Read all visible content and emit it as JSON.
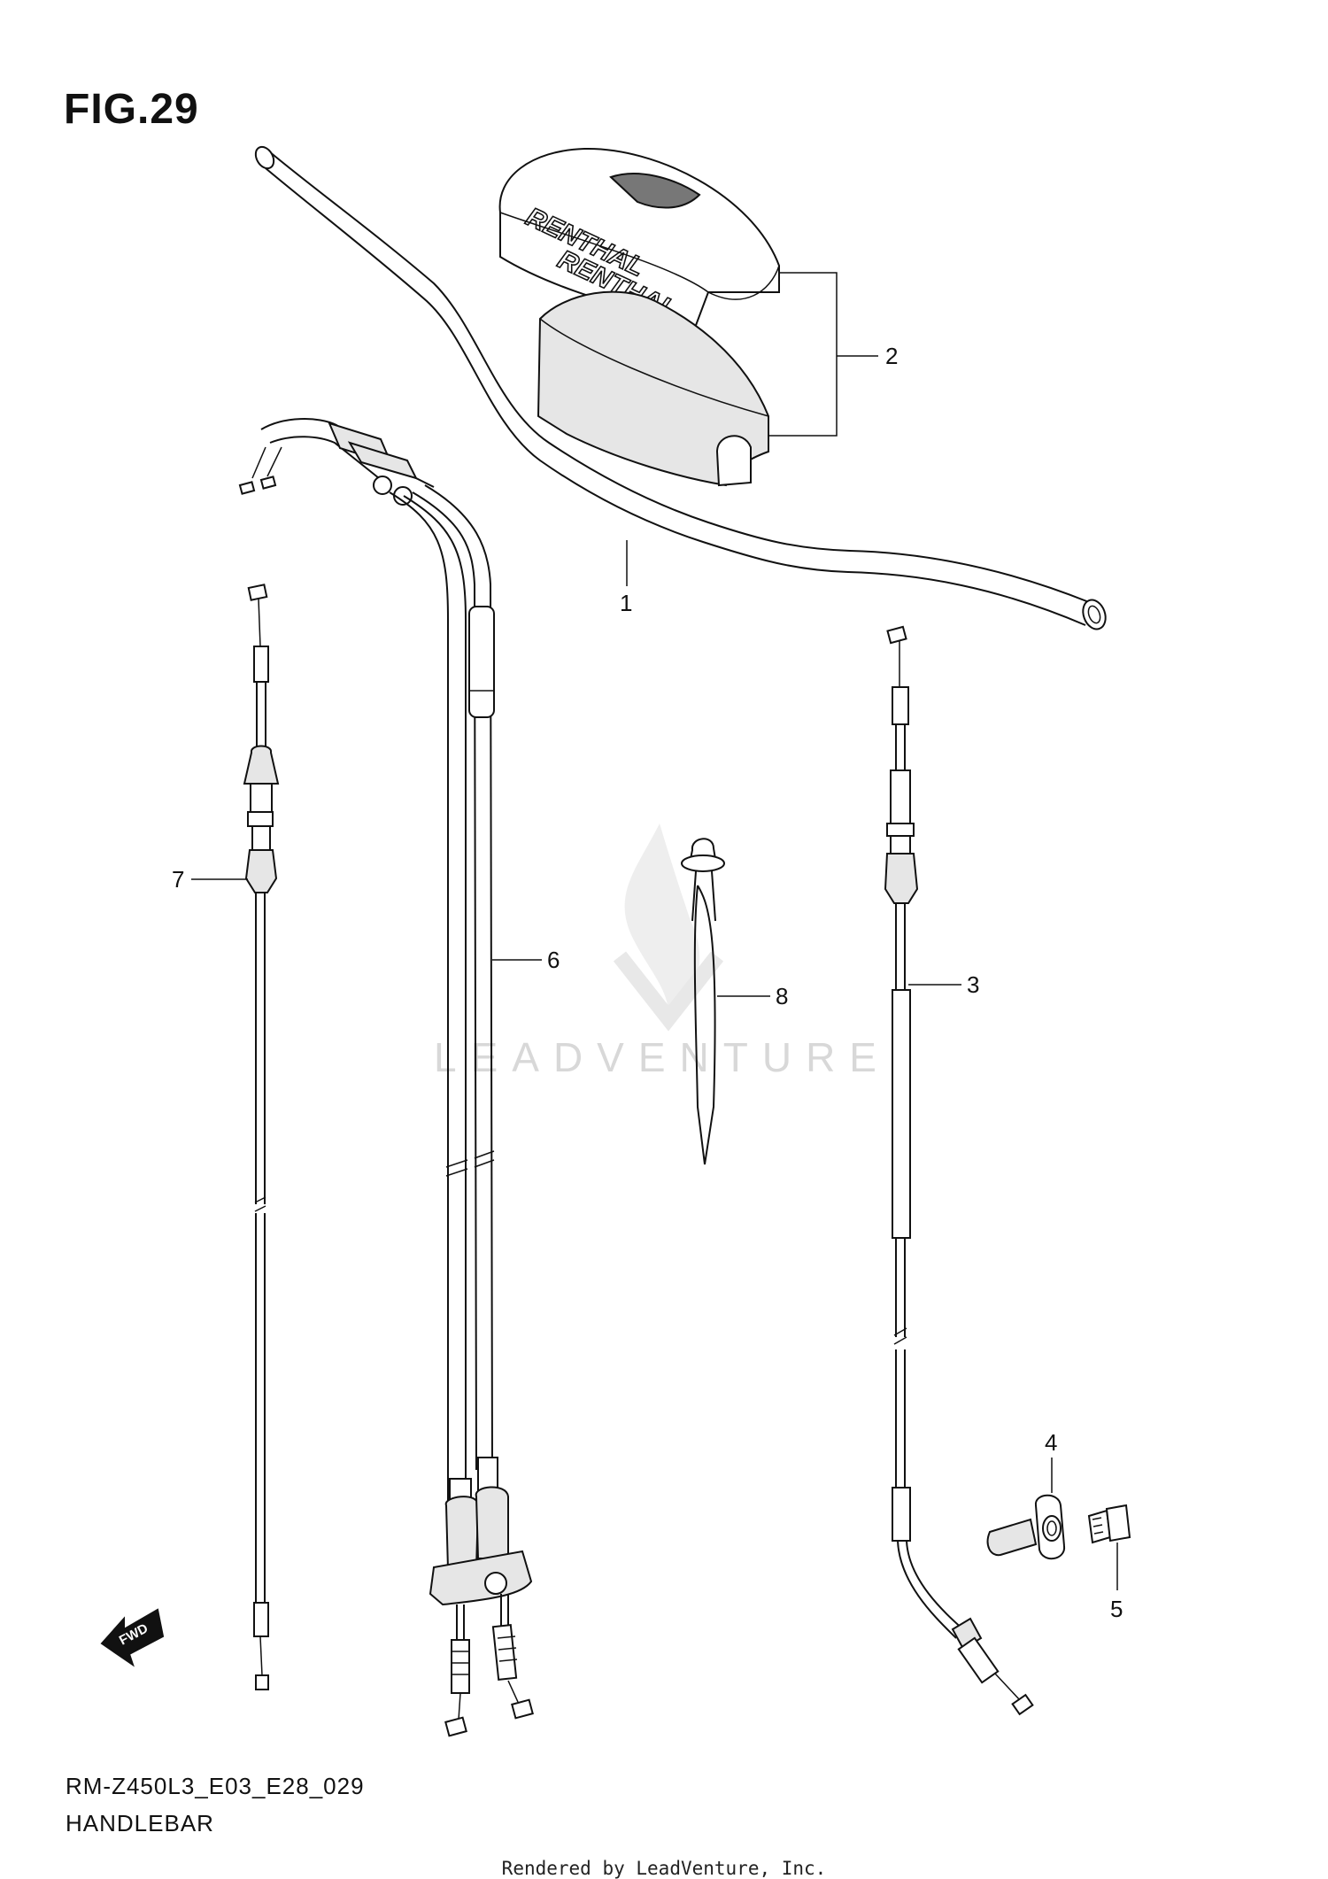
{
  "figure": {
    "title": "FIG.29",
    "code": "RM-Z450L3_E03_E28_029",
    "name": "HANDLEBAR",
    "rendered_by": "Rendered by LeadVenture, Inc.",
    "watermark": "LEADVENTURE",
    "pad_brand": "RENTHAL",
    "fwd_label": "FWD"
  },
  "callouts": {
    "c1": "1",
    "c2": "2",
    "c3": "3",
    "c4": "4",
    "c5": "5",
    "c6": "6",
    "c7": "7",
    "c8": "8"
  }
}
